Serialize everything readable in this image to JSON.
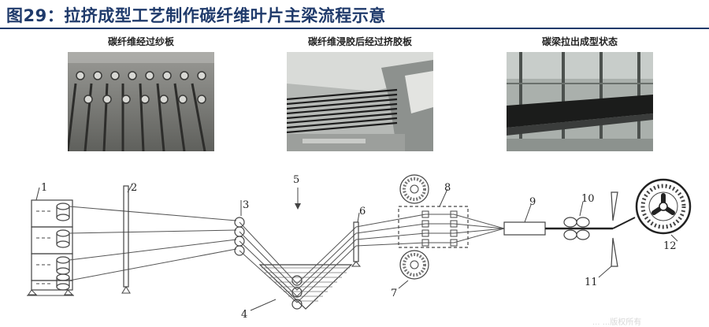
{
  "title": "图29：拉挤成型工艺制作碳纤维叶片主梁流程示意",
  "photos": [
    {
      "caption": "碳纤维经过纱板"
    },
    {
      "caption": "碳纤维浸胶后经过挤胶板"
    },
    {
      "caption": "碳梁拉出成型状态"
    }
  ],
  "diagram": {
    "labels": [
      "1",
      "2",
      "3",
      "4",
      "5",
      "6",
      "7",
      "8",
      "9",
      "10",
      "11",
      "12"
    ]
  },
  "watermark": "...  ...版权所有"
}
